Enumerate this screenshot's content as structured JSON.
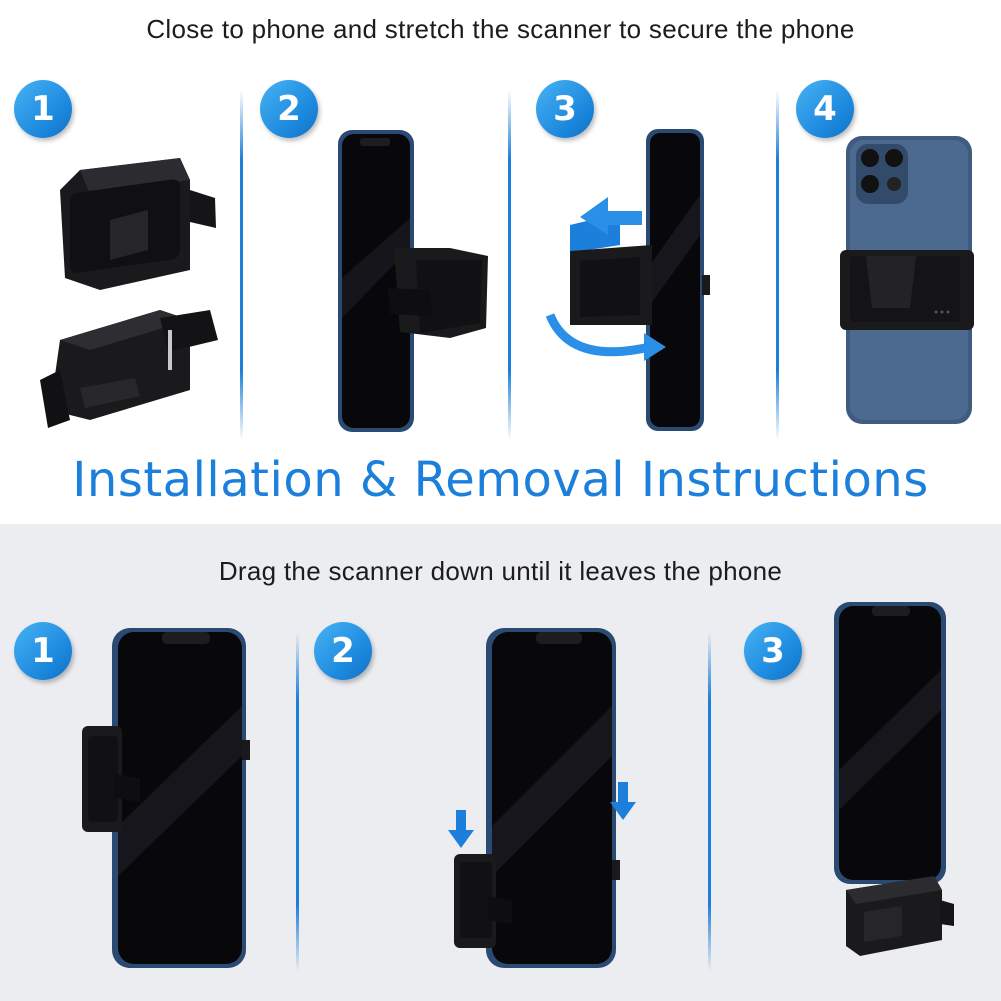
{
  "install": {
    "caption": "Close to phone and stretch the scanner to secure the phone",
    "steps": [
      "1",
      "2",
      "3",
      "4"
    ]
  },
  "headline": "Installation & Removal Instructions",
  "removal": {
    "caption": "Drag the scanner down until it leaves the phone",
    "steps": [
      "1",
      "2",
      "3"
    ]
  },
  "colors": {
    "accent": "#1b7fdb",
    "badge": "#1a86dc",
    "bottom_bg": "#ebedf0",
    "phone_body": "#0c0c0f",
    "phone_frame": "#2a4a72",
    "phone_back": "#3f5b7e"
  }
}
